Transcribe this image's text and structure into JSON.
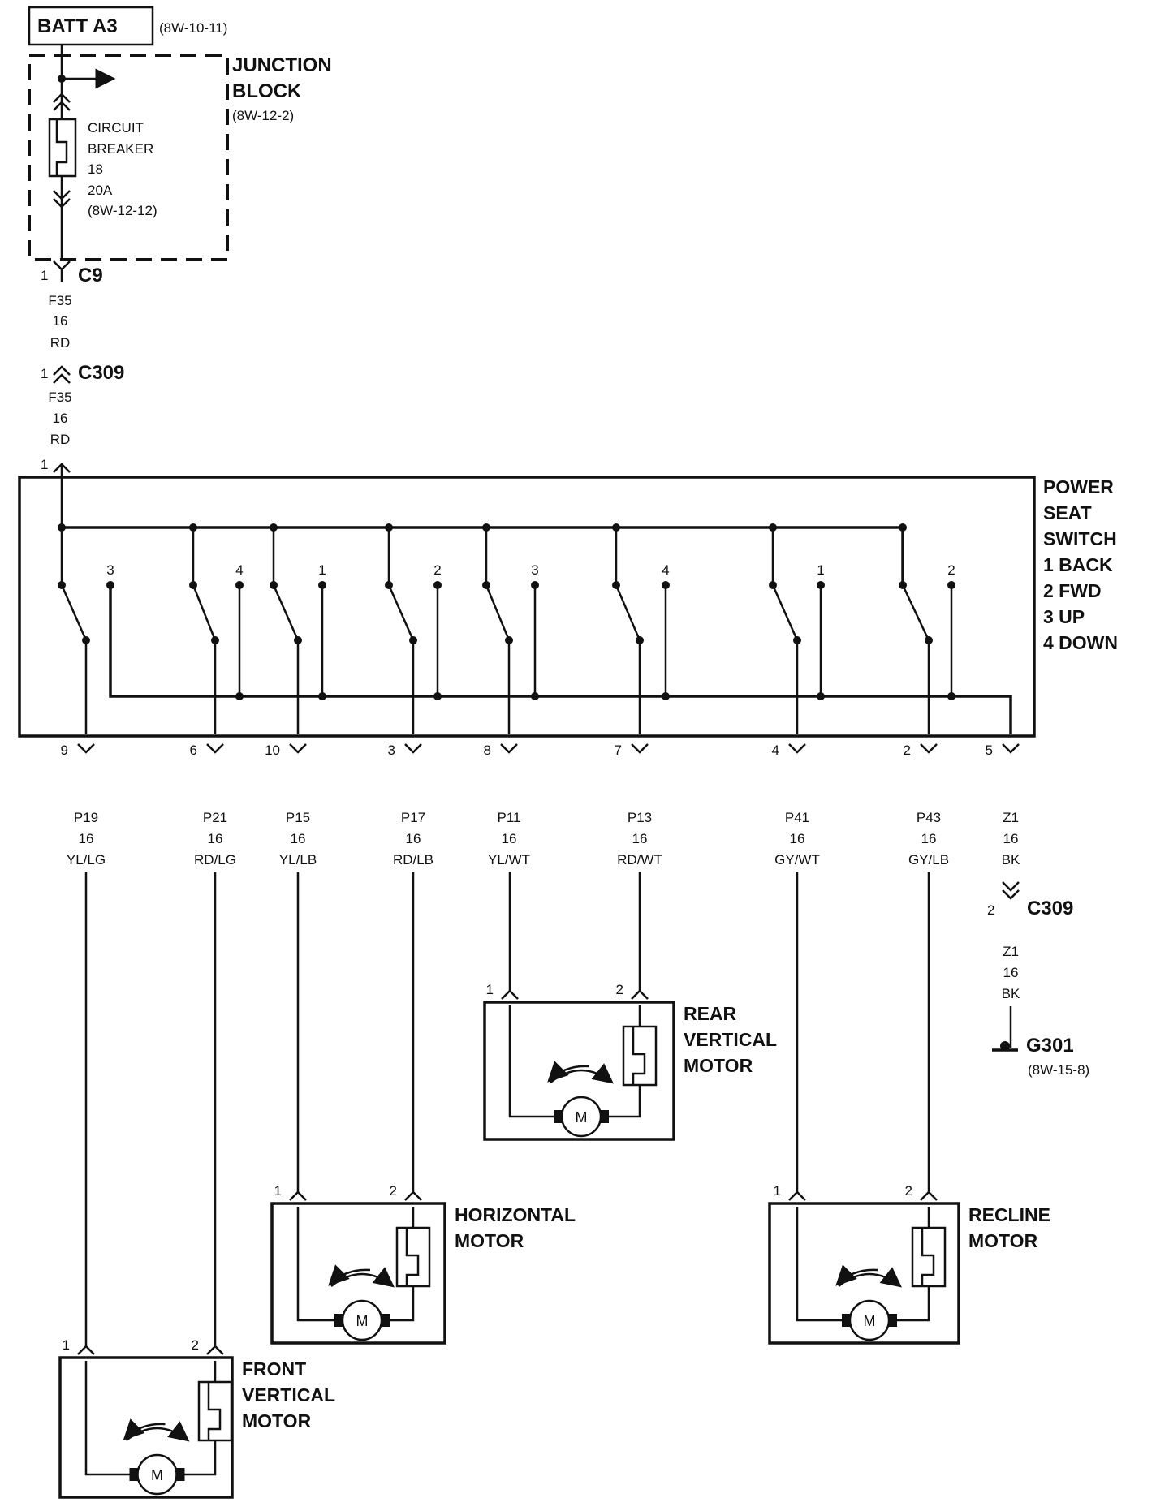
{
  "header": {
    "batt_label": "BATT A3",
    "batt_ref": "(8W-10-11)"
  },
  "junction_block": {
    "title_line1": "JUNCTION",
    "title_line2": "BLOCK",
    "ref": "(8W-12-2)",
    "breaker_lines": [
      "CIRCUIT",
      "BREAKER",
      "18",
      "20A",
      "(8W-12-12)"
    ]
  },
  "connectors": {
    "c9_pin": "1",
    "c9_name": "C9",
    "c309_top_pin": "1",
    "c309_name": "C309",
    "switch_in_pin": "1",
    "c309_bottom_pin": "2"
  },
  "wires_top": [
    {
      "circuit": "F35",
      "gauge": "16",
      "color": "RD"
    },
    {
      "circuit": "F35",
      "gauge": "16",
      "color": "RD"
    }
  ],
  "power_seat_switch": {
    "title_lines": [
      "POWER",
      "SEAT",
      "SWITCH",
      "1 BACK",
      "2 FWD",
      "3 UP",
      "4 DOWN"
    ],
    "contact_labels": [
      "3",
      "4",
      "1",
      "2",
      "3",
      "4",
      "1",
      "2"
    ]
  },
  "switch_outputs": [
    {
      "pin": "9",
      "circuit": "P19",
      "gauge": "16",
      "color": "YL/LG"
    },
    {
      "pin": "6",
      "circuit": "P21",
      "gauge": "16",
      "color": "RD/LG"
    },
    {
      "pin": "10",
      "circuit": "P15",
      "gauge": "16",
      "color": "YL/LB"
    },
    {
      "pin": "3",
      "circuit": "P17",
      "gauge": "16",
      "color": "RD/LB"
    },
    {
      "pin": "8",
      "circuit": "P11",
      "gauge": "16",
      "color": "YL/WT"
    },
    {
      "pin": "7",
      "circuit": "P13",
      "gauge": "16",
      "color": "RD/WT"
    },
    {
      "pin": "4",
      "circuit": "P41",
      "gauge": "16",
      "color": "GY/WT"
    },
    {
      "pin": "2",
      "circuit": "P43",
      "gauge": "16",
      "color": "GY/LB"
    },
    {
      "pin": "5",
      "circuit": "Z1",
      "gauge": "16",
      "color": "BK"
    }
  ],
  "ground": {
    "wire": {
      "circuit": "Z1",
      "gauge": "16",
      "color": "BK"
    },
    "name": "G301",
    "ref": "(8W-15-8)"
  },
  "motors": [
    {
      "id": "rear",
      "title_lines": [
        "REAR",
        "VERTICAL",
        "MOTOR"
      ],
      "pin1": "1",
      "pin2": "2",
      "symbol": "M"
    },
    {
      "id": "horizontal",
      "title_lines": [
        "HORIZONTAL",
        "MOTOR"
      ],
      "pin1": "1",
      "pin2": "2",
      "symbol": "M"
    },
    {
      "id": "recline",
      "title_lines": [
        "RECLINE",
        "MOTOR"
      ],
      "pin1": "1",
      "pin2": "2",
      "symbol": "M"
    },
    {
      "id": "front",
      "title_lines": [
        "FRONT",
        "VERTICAL",
        "MOTOR"
      ],
      "pin1": "1",
      "pin2": "2",
      "symbol": "M"
    }
  ]
}
